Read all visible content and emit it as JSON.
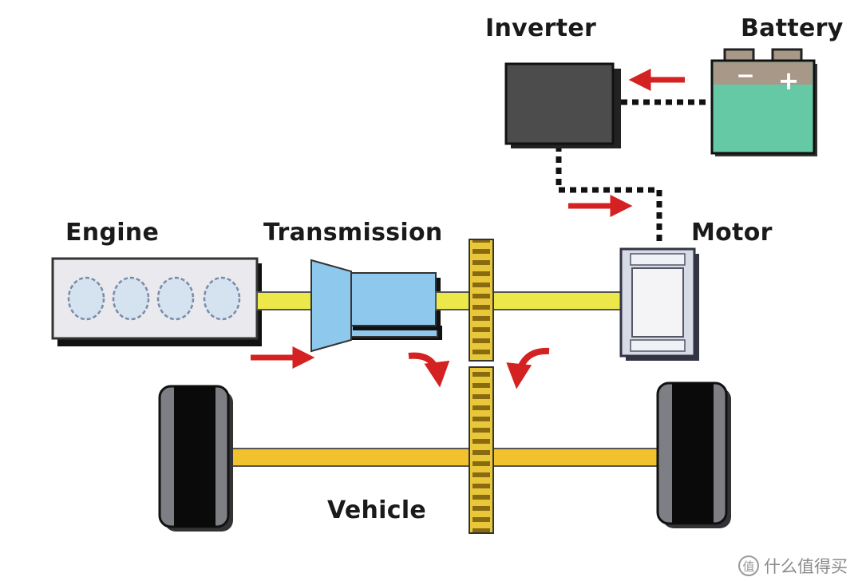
{
  "labels": {
    "inverter": "Inverter",
    "battery": "Battery",
    "engine": "Engine",
    "transmission": "Transmission",
    "motor": "Motor",
    "vehicle": "Vehicle"
  },
  "battery_terminals": {
    "negative": "−",
    "positive": "+"
  },
  "watermark": {
    "text": "什么值得买",
    "icon_glyph": "值"
  },
  "colors": {
    "shaft": "#ede84a",
    "axle": "#f2c12e",
    "gear": "#e8c83a",
    "transmission": "#8ec8ec",
    "inverter": "#4c4c4c",
    "battery_body": "#66c9a6",
    "battery_top": "#a89888",
    "arrow": "#d42121",
    "engine_body": "#e9e9ee",
    "cylinder": "#d4e3ef",
    "tire": "#0a0a0a",
    "motor_body": "#d6dbe6"
  },
  "icons": [
    "flow-arrow",
    "curved-arrow",
    "battery-icon",
    "gear-icon",
    "wheel-icon",
    "watermark-icon"
  ]
}
